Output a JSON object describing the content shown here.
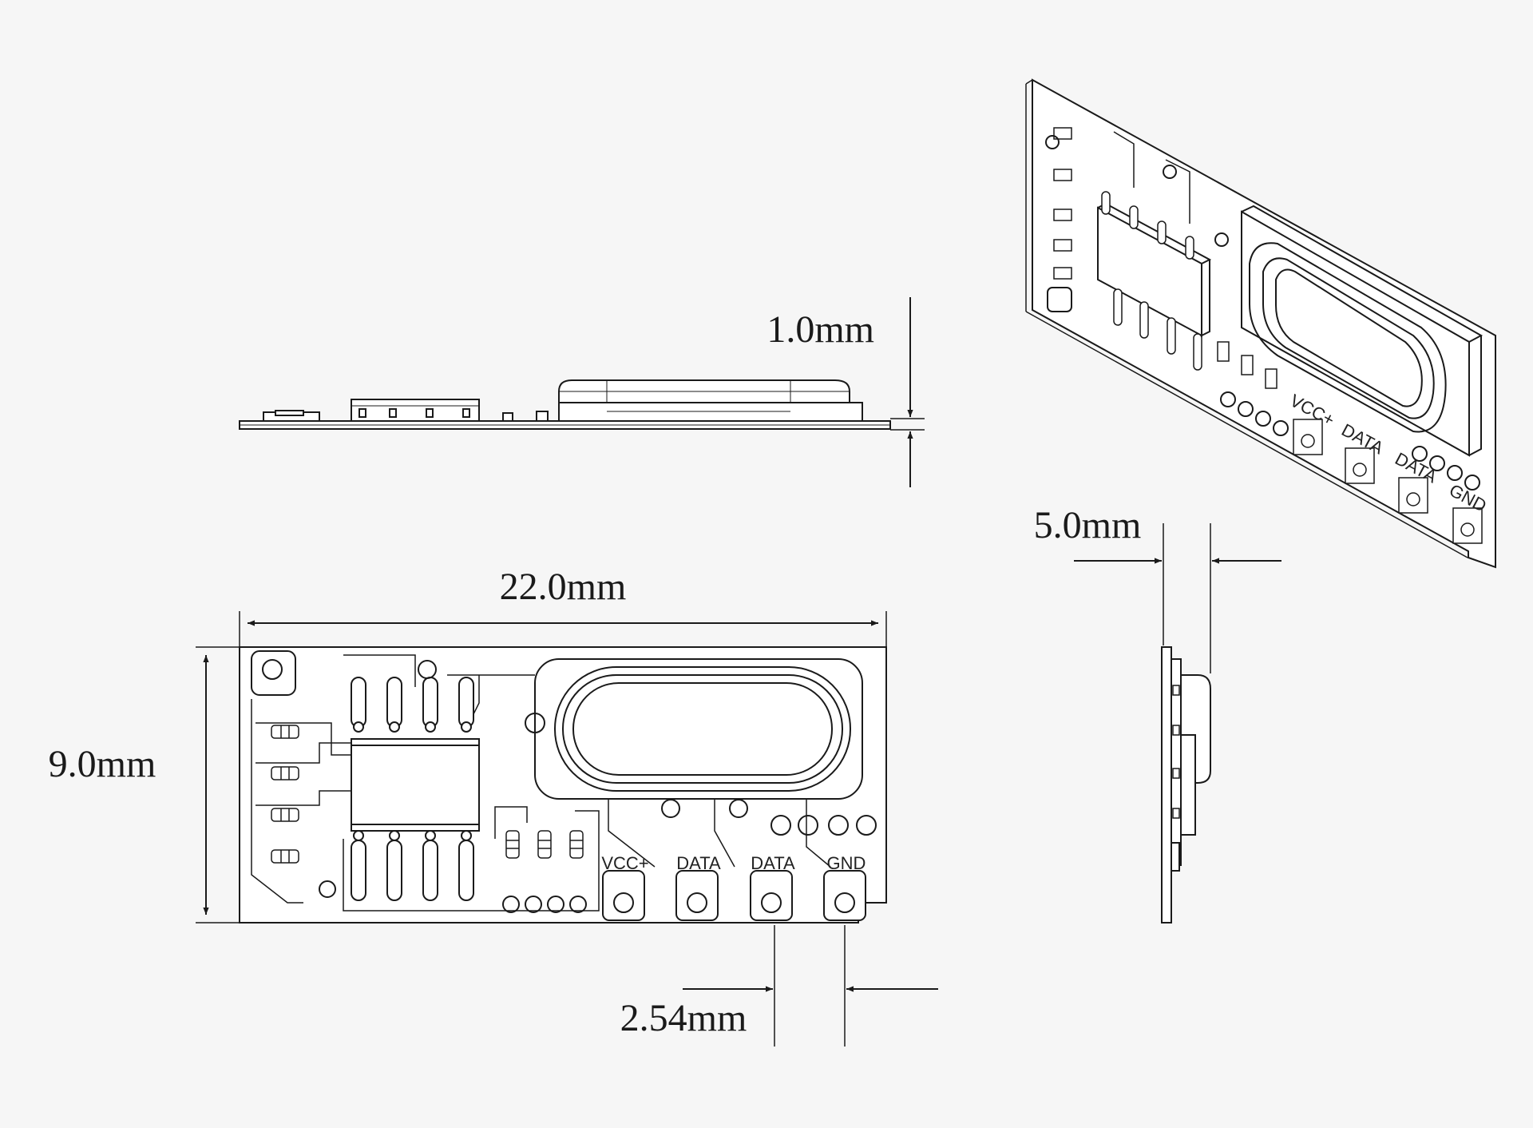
{
  "dimensions": {
    "thickness": "1.0mm",
    "length": "22.0mm",
    "width": "9.0mm",
    "height": "5.0mm",
    "pitch": "2.54mm"
  },
  "pins": [
    "VCC+",
    "DATA",
    "DATA",
    "GND"
  ],
  "colors": {
    "background": "#f6f6f6",
    "line": "#1a1a1a",
    "board": "#ffffff"
  }
}
